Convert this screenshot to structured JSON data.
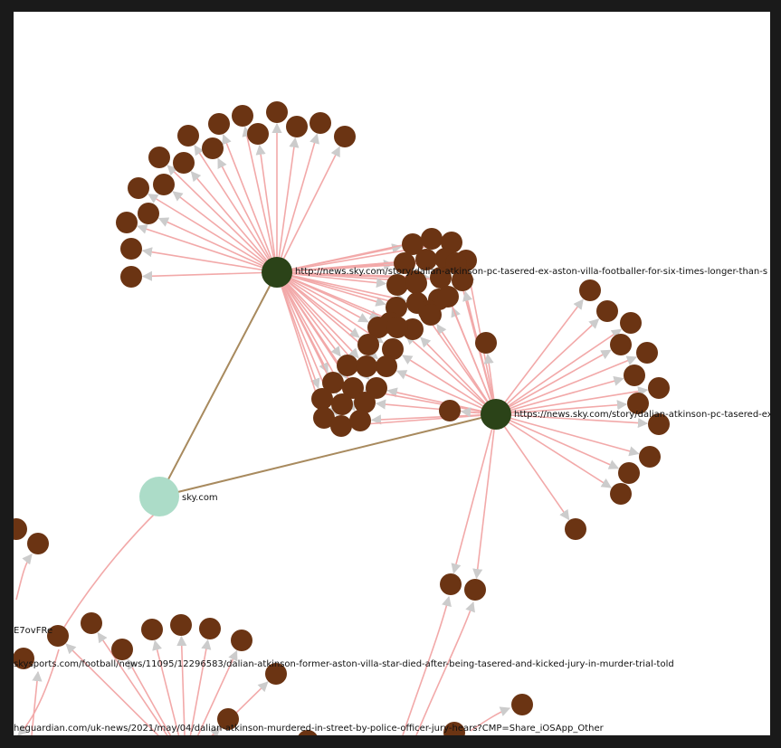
{
  "colors": {
    "domain_node": "#acdcc8",
    "page_node": "#2b4318",
    "leaf_node": "#6b3413",
    "link_edge": "#f2a9a9",
    "domain_edge": "#a88a5e",
    "arrow": "#cccccc"
  },
  "graph": {
    "domain_label": "sky.com",
    "page1_label": "http://news.sky.com/story/dalian-atkinson-pc-tasered-ex-aston-villa-footballer-for-six-times-longer-than-s",
    "page2_label": "https://news.sky.com/story/dalian-atkinson-pc-tasered-ex",
    "skysports_label": "skysports.com/football/news/11095/12296583/dalian-atkinson-former-aston-villa-star-died-after-being-tasered-and-kicked-jury-in-murder-trial-told",
    "guardian_label": "heguardian.com/uk-news/2021/may/04/dalian-atkinson-murdered-in-street-by-police-officer-jury-hears?CMP=Share_iOSApp_Other",
    "partial_label": "E7ovFRe"
  }
}
